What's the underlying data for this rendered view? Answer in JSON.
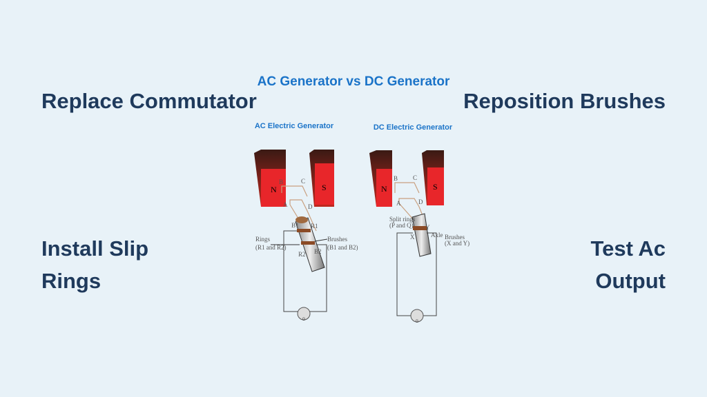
{
  "labels": {
    "top_left": "Replace Commutator",
    "top_right": "Reposition Brushes",
    "bottom_left": [
      "Install Slip",
      "Rings"
    ],
    "bottom_right": [
      "Test Ac",
      "Output"
    ]
  },
  "diagram": {
    "title": "AC Generator vs DC Generator",
    "ac": {
      "title": "AC Electric Generator",
      "north": "N",
      "south": "S",
      "points": [
        "A",
        "B",
        "C",
        "D"
      ],
      "b1": "B1",
      "r1": "R1",
      "r2": "R2",
      "b2": "B2",
      "rings_label": [
        "Rings",
        "(R1 and R2)"
      ],
      "brushes_label": [
        "Brushes",
        "(B1 and B2)"
      ],
      "meter": "G"
    },
    "dc": {
      "title": "DC Electric Generator",
      "north": "N",
      "south": "S",
      "points": [
        "A",
        "B",
        "C",
        "D"
      ],
      "split_label": [
        "Split rings",
        "(P and Q)"
      ],
      "x": "X",
      "y": "Y",
      "brushes_label": [
        "Brushes",
        "(X and Y)"
      ],
      "axle": "Axle",
      "meter": "G"
    },
    "colors": {
      "magnet": "#e8262a",
      "title": "#1a73c8",
      "text": "#1f3a5c",
      "background": "#e8f2f8"
    }
  }
}
